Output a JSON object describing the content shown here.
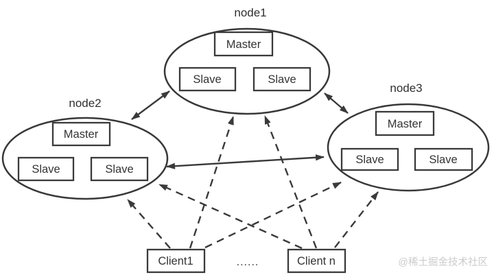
{
  "diagram": {
    "type": "cluster-architecture",
    "nodes": [
      {
        "id": "node1",
        "label": "node1",
        "master": "Master",
        "slave1": "Slave",
        "slave2": "Slave"
      },
      {
        "id": "node2",
        "label": "node2",
        "master": "Master",
        "slave1": "Slave",
        "slave2": "Slave"
      },
      {
        "id": "node3",
        "label": "node3",
        "master": "Master",
        "slave1": "Slave",
        "slave2": "Slave"
      }
    ],
    "clients": [
      {
        "id": "client1",
        "label": "Client1"
      },
      {
        "id": "client-n",
        "label": "Client n"
      }
    ],
    "ellipsis": "......",
    "connections": [
      {
        "from": "node1",
        "to": "node2",
        "style": "solid",
        "direction": "bidirectional"
      },
      {
        "from": "node1",
        "to": "node3",
        "style": "solid",
        "direction": "bidirectional"
      },
      {
        "from": "node2",
        "to": "node3",
        "style": "solid",
        "direction": "bidirectional"
      },
      {
        "from": "client1",
        "to": "node1",
        "style": "dashed",
        "direction": "to-node"
      },
      {
        "from": "client1",
        "to": "node2",
        "style": "dashed",
        "direction": "to-node"
      },
      {
        "from": "client1",
        "to": "node3",
        "style": "dashed",
        "direction": "to-node"
      },
      {
        "from": "client-n",
        "to": "node1",
        "style": "dashed",
        "direction": "to-node"
      },
      {
        "from": "client-n",
        "to": "node2",
        "style": "dashed",
        "direction": "to-node"
      },
      {
        "from": "client-n",
        "to": "node3",
        "style": "dashed",
        "direction": "to-node"
      }
    ],
    "colors": {
      "line": "#3a3a3a",
      "box_fill": "#ffffff",
      "watermark": "#cbcbcb"
    }
  },
  "watermark": "@稀土掘金技术社区"
}
